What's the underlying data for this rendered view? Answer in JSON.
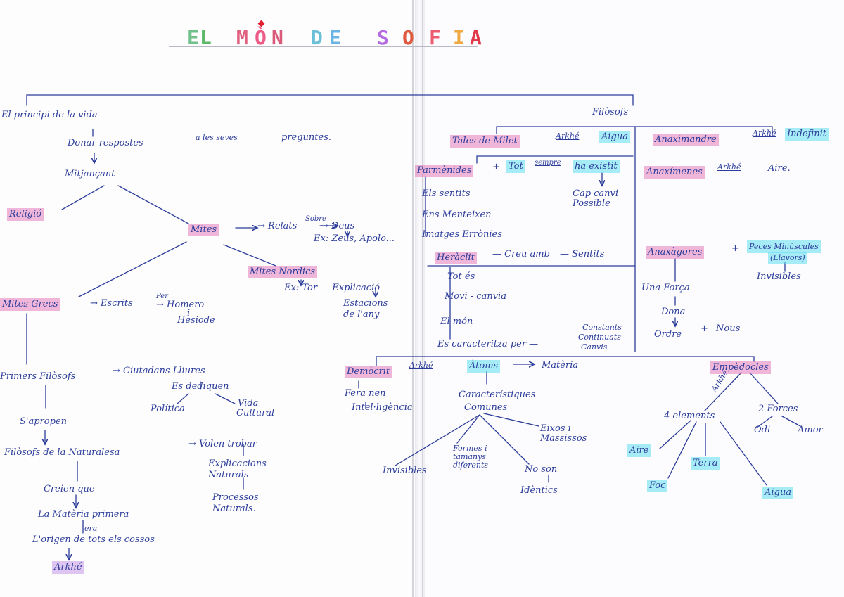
{
  "title": {
    "letters": [
      {
        "ch": "E",
        "color": "#6fc08a"
      },
      {
        "ch": "L",
        "color": "#5db86a"
      },
      {
        "ch": "M",
        "color": "#e0607e"
      },
      {
        "ch": "Ò",
        "color": "#ec5c86"
      },
      {
        "ch": "N",
        "color": "#d95a7a"
      },
      {
        "ch": "D",
        "color": "#6bc0d8"
      },
      {
        "ch": "E",
        "color": "#6ab4e6"
      },
      {
        "ch": "S",
        "color": "#b56be0"
      },
      {
        "ch": "O",
        "color": "#e05a40"
      },
      {
        "ch": "F",
        "color": "#ec5d72"
      },
      {
        "ch": "I",
        "color": "#f0a840"
      },
      {
        "ch": "A",
        "color": "#e03a4a"
      }
    ]
  },
  "colors": {
    "ink": "#2b3c9a",
    "highlight_pink": "#e47cba",
    "highlight_lilac": "#c498e8",
    "highlight_cyan": "#5edef0"
  },
  "left": {
    "principi": "El principi de la vida",
    "donar": "Donar respostes",
    "a_les_seves": "a les seves",
    "preguntes": "preguntes.",
    "mitjancant": "Mitjançant",
    "religio": "Religió",
    "mites": "Mites",
    "relats": "→ Relats",
    "sobre": "Sobre",
    "deus": "→ Deus",
    "ex_zeus": "Ex: Zeus, Apolo...",
    "mites_nordics": "Mites Nordics",
    "ex_tor": "Ex: Tor — Explicació",
    "estacions": "Estacions",
    "de_lany": "de l'any",
    "mites_grecs": "Mites Grecs",
    "escrits": "→ Escrits",
    "per": "Per",
    "homero": "→ Homero",
    "i": "i",
    "hesiode": "Hesiode",
    "primers": "Primers Filòsofs",
    "ciutadans": "→ Ciutadans Lliures",
    "es_dediquen": "Es dediquen",
    "politica": "Política",
    "vida": "Vida",
    "cultural": "Cultural",
    "sapropen": "S'apropen",
    "filosofs_natura": "Filòsofs de la Naturalesa",
    "volen_trobar": "→ Volen trobar",
    "explicacions": "Explicacions",
    "naturals": "Naturals",
    "processos": "Processos",
    "naturals2": "Naturals.",
    "creien": "Creien que",
    "materia": "La Matèria primera",
    "era": "era",
    "origen": "L'origen de tots els cossos",
    "arkhe": "Arkhé"
  },
  "right": {
    "filosofs": "Filòsofs",
    "tales": "Tales de Milet",
    "arkhe1": "Arkhé",
    "aigua1": "Aigua",
    "anaximandre": "Anaximandre",
    "arkhe2": "Arkhé",
    "indefinit": "Indefinit",
    "parmenides": "Parmènides",
    "plus": "+",
    "tot": "Tot",
    "sempre": "sempre",
    "ha_existit": "ha existit",
    "cap_canvi": "Cap canvi",
    "possible": "Possible",
    "els_sentits": "Els sentits",
    "ens_menteixen": "Ens Menteixen",
    "imatges": "Imatges Errònies",
    "anaximenes": "Anaxímenes",
    "arkhe3": "Arkhé",
    "aire1": "Aire.",
    "heraclit": "Heràclit",
    "creu_amb": "— Creu amb",
    "sentits": "— Sentits",
    "tot_es": "Tot és",
    "movi": "Movi - canvia",
    "el_mon": "El món",
    "es_caracteritza": "Es caracteritza per —",
    "constants": "Constants",
    "continuats": "Continuats",
    "canvis": "Canvis",
    "anaxagores": "Anaxàgores",
    "peces": "Peces Minúscules",
    "llavors": "(Llavors)",
    "invisibles1": "Invisibles",
    "una_forca": "Una Força",
    "dona": "Dona",
    "ordre": "Ordre",
    "nous": "Nous",
    "democrit": "Demòcrit",
    "arkhe4": "Arkhé",
    "atoms": "Àtoms",
    "materia": "Matèria",
    "fera_nen": "Fera nen",
    "intel": "Intel·ligència",
    "caracteristiques": "Característiques",
    "comunes": "Comunes",
    "eixos": "Eixos i",
    "massissos": "Massissos",
    "formes": "Formes i",
    "tamanys": "tamanys",
    "diferents": "diferents",
    "invisibles2": "Invisibles",
    "no_son": "No son",
    "identics": "Idèntics",
    "empedocles": "Empèdocles",
    "arkhe5": "Arkhé",
    "quatre": "4 elements",
    "dues_forces": "2 Forces",
    "odi": "Odi",
    "amor": "Amor",
    "aire2": "Aire",
    "terra": "Terra",
    "foc": "Foc",
    "aigua2": "Aigua"
  }
}
